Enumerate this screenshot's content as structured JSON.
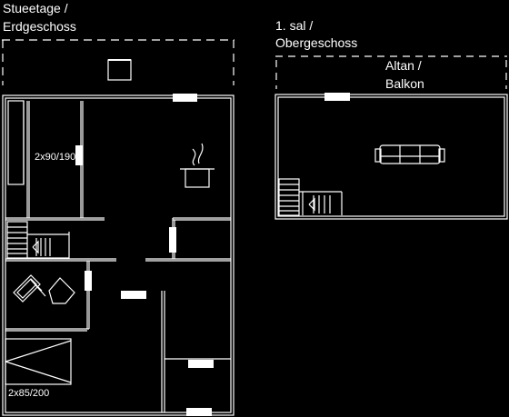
{
  "ground_floor": {
    "title_line1": "Stueetage /",
    "title_line2": "Erdgeschoss",
    "bed_upper_label": "2x90/190",
    "bed_lower_label": "2x85/200"
  },
  "upper_floor": {
    "title_line1": "1. sal /",
    "title_line2": "Obergeschoss",
    "balcony_line1": "Altan /",
    "balcony_line2": "Balkon"
  },
  "colors": {
    "background": "#000000",
    "lines": "#ffffff"
  }
}
